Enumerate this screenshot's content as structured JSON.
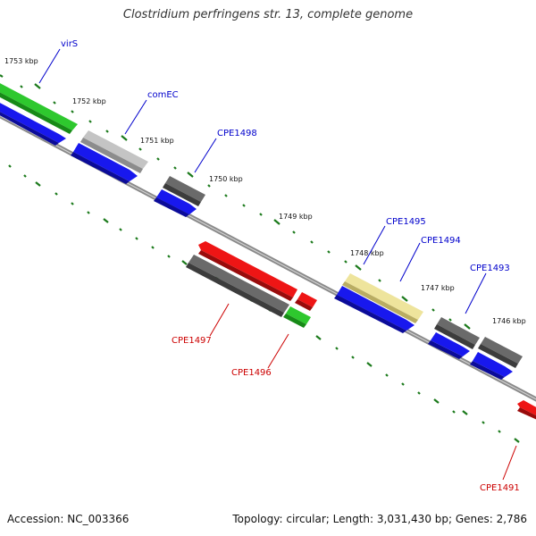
{
  "title": "Clostridium perfringens str. 13, complete genome",
  "footer": {
    "accession": "Accession: NC_003366",
    "summary": "Topology: circular; Length: 3,031,430 bp; Genes: 2,786"
  },
  "colors": {
    "plus_blue": "#1a1aee",
    "minus_red": "#ee1111",
    "green": "#33cc33",
    "gray": "#555555",
    "light_gray": "#bbbbbb",
    "khaki": "#eee49c",
    "label_blue": "#0000cc",
    "label_red": "#cc0000",
    "tick_green": "#1b7a1b"
  },
  "ticks": [
    "1753 kbp",
    "1752 kbp",
    "1751 kbp",
    "1750 kbp",
    "1749 kbp",
    "1748 kbp",
    "1747 kbp",
    "1746 kbp"
  ],
  "gene_labels": [
    "virS",
    "comEC",
    "CPE1498",
    "CPE1495",
    "CPE1494",
    "CPE1493",
    "CPE1497",
    "CPE1496",
    "CPE1491"
  ]
}
